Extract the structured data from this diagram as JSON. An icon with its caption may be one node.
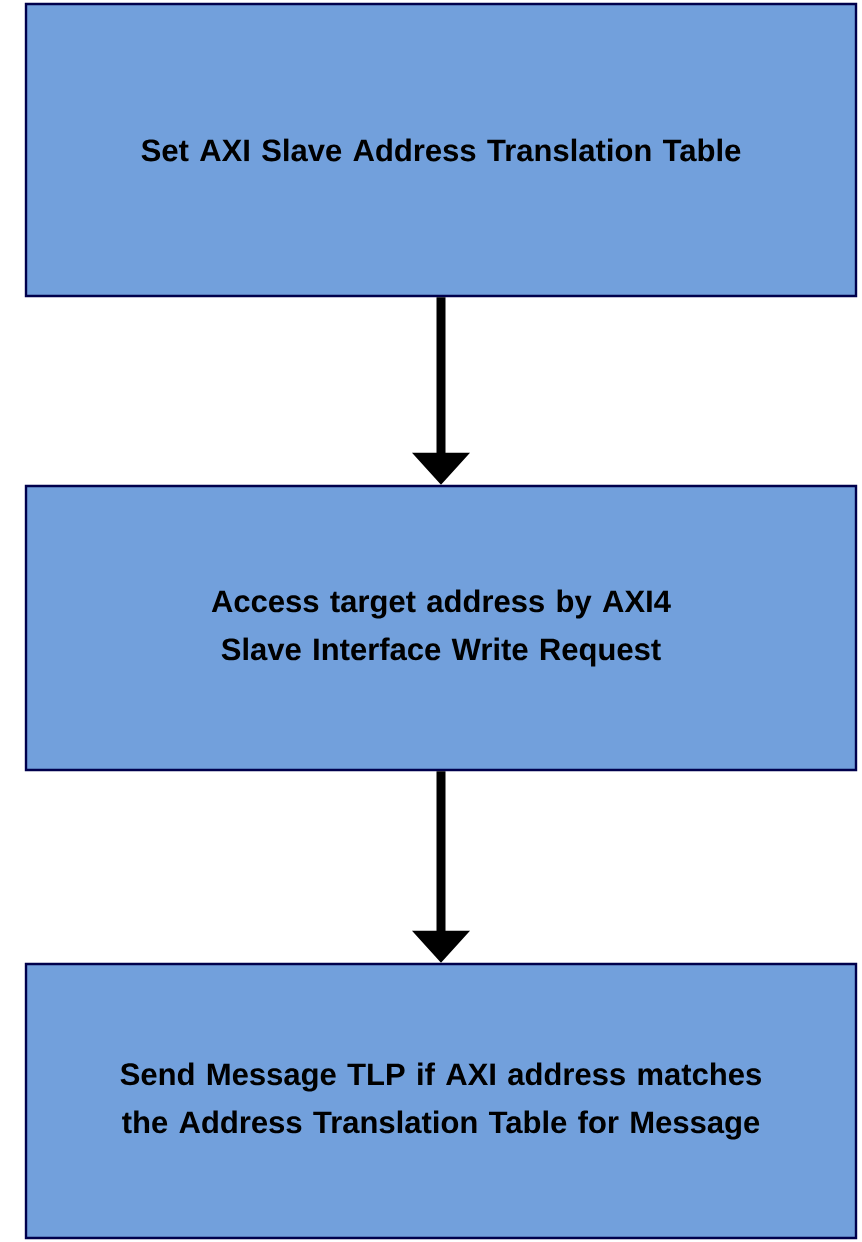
{
  "diagram": {
    "nodes": [
      {
        "text": [
          "Set AXI Slave Address Translation Table"
        ]
      },
      {
        "text": [
          "Access target address by AXI4 Slave Interface Write Request"
        ]
      },
      {
        "text": [
          "Send Message TLP if AXI address matches the Address Translation Table for Message"
        ]
      }
    ],
    "edges": [
      {
        "from": 0,
        "to": 1,
        "arrow": "to"
      },
      {
        "from": 1,
        "to": 2,
        "arrow": "to"
      }
    ]
  }
}
